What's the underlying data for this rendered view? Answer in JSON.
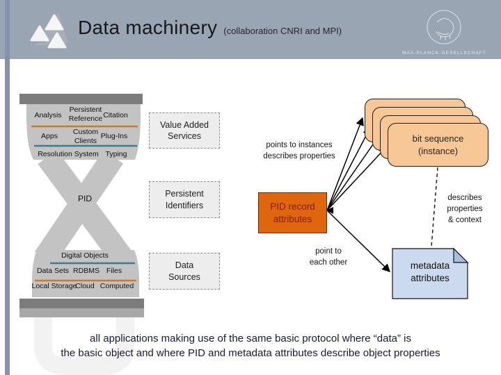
{
  "header": {
    "title": "Data machinery",
    "subtitle": "(collaboration CNRI and MPI)",
    "mpg_caption": "MAX-PLANCK-GESELLSCHAFT"
  },
  "hourglass": {
    "center": "PID",
    "top": {
      "analysis": "Analysis",
      "persistent_line1": "Persistent",
      "persistent_line2": "Reference",
      "citation": "Citation",
      "apps": "Apps",
      "custom_line1": "Custom",
      "custom_line2": "Clients",
      "plug_ins": "Plug-Ins",
      "resolution_system": "Resolution System",
      "typing": "Typing"
    },
    "bottom": {
      "digital_objects": "Digital Objects",
      "data_sets": "Data Sets",
      "rdbms": "RDBMS",
      "files": "Files",
      "local_storage": "Local Storage",
      "cloud": "Cloud",
      "computed": "Computed"
    }
  },
  "layers": {
    "value_added_line1": "Value Added",
    "value_added_line2": "Services",
    "persistent_id_line1": "Persistent",
    "persistent_id_line2": "Identifiers",
    "data_sources_line1": "Data",
    "data_sources_line2": "Sources"
  },
  "pid_record": {
    "line1": "PID record",
    "line2": "attributes"
  },
  "bit_sequence": {
    "line1": "bit sequence",
    "line2": "(instance)"
  },
  "metadata": {
    "line1": "metadata",
    "line2": "attributes"
  },
  "annotations": {
    "points_line1": "points to instances",
    "points_line2": "describes properties",
    "describes_line1": "describes",
    "describes_line2": "properties",
    "describes_line3": "& context",
    "point_each_line1": "point to",
    "point_each_line2": "each other"
  },
  "caption": {
    "line1": "all applications making use of the same basic protocol where “data” is",
    "line2": "the basic object and where PID and metadata attributes describe object properties"
  },
  "colors": {
    "header_bg": "#9AA5B4",
    "accent_bar": "#8493AB",
    "hourglass_gray": "#C3C3C3",
    "bar_dark": "#7C7C7C",
    "bar_light": "#A8A8A8",
    "line_orange": "#D4791F",
    "line_teal": "#3A7D92",
    "pid_record_bg": "#E0660D",
    "pid_record_text": "#7C1E05",
    "card_bg": "#F7C795",
    "metadata_bg": "#CBDAEE"
  }
}
